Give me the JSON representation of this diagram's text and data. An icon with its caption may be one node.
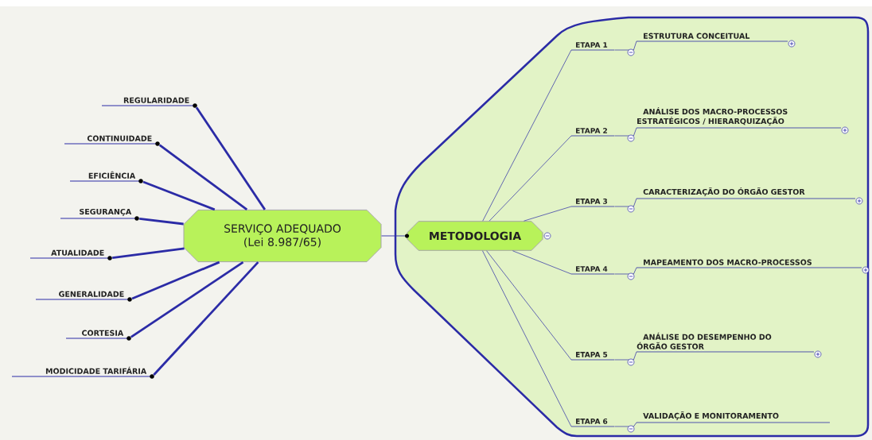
{
  "diagram": {
    "nodes": [
      {
        "text": [
          "SERVIÇO ADEQUADO (Lei 8.987/65)"
        ]
      },
      {
        "text": [
          "REGULARIDADE"
        ]
      },
      {
        "text": [
          "CONTINUIDADE"
        ]
      },
      {
        "text": [
          "EFICIÊNCIA"
        ]
      },
      {
        "text": [
          "SEGURANÇA"
        ]
      },
      {
        "text": [
          "ATUALIDADE"
        ]
      },
      {
        "text": [
          "GENERALIDADE"
        ]
      },
      {
        "text": [
          "CORTESIA"
        ]
      },
      {
        "text": [
          "MODICIDADE TARIFÁRIA"
        ]
      },
      {
        "text": [
          "METODOLOGIA"
        ]
      },
      {
        "text": [
          "ETAPA 1"
        ]
      },
      {
        "text": [
          "ETAPA 2"
        ]
      },
      {
        "text": [
          "ETAPA 3"
        ]
      },
      {
        "text": [
          "ETAPA 4"
        ]
      },
      {
        "text": [
          "ETAPA 5"
        ]
      },
      {
        "text": [
          "ETAPA 6"
        ]
      },
      {
        "text": [
          "ESTRUTURA CONCEITUAL"
        ]
      },
      {
        "text": [
          "ANÁLISE DOS MACRO-PROCESSOS ESTRATÉGICOS / HIERARQUIZAÇÃO"
        ]
      },
      {
        "text": [
          "CARACTERIZAÇÃO DO ÓRGÃO GESTOR"
        ]
      },
      {
        "text": [
          "MAPEAMENTO DOS MACRO-PROCESSOS"
        ]
      },
      {
        "text": [
          "ANÁLISE DO DESEMPENHO DO ÓRGÃO GESTOR"
        ]
      },
      {
        "text": [
          "VALIDAÇÃO E MONITORAMENTO"
        ]
      }
    ],
    "edges": [
      {
        "from": 0,
        "to": 1,
        "arrow": "none",
        "style": "thick"
      },
      {
        "from": 0,
        "to": 2,
        "arrow": "none",
        "style": "thick"
      },
      {
        "from": 0,
        "to": 3,
        "arrow": "none",
        "style": "thick"
      },
      {
        "from": 0,
        "to": 4,
        "arrow": "none",
        "style": "thick"
      },
      {
        "from": 0,
        "to": 5,
        "arrow": "none",
        "style": "thick"
      },
      {
        "from": 0,
        "to": 6,
        "arrow": "none",
        "style": "thick"
      },
      {
        "from": 0,
        "to": 7,
        "arrow": "none",
        "style": "thick"
      },
      {
        "from": 0,
        "to": 8,
        "arrow": "none",
        "style": "thick"
      },
      {
        "from": 0,
        "to": 9,
        "arrow": "none"
      },
      {
        "from": 9,
        "to": 10,
        "arrow": "none"
      },
      {
        "from": 9,
        "to": 11,
        "arrow": "none"
      },
      {
        "from": 9,
        "to": 12,
        "arrow": "none"
      },
      {
        "from": 9,
        "to": 13,
        "arrow": "none"
      },
      {
        "from": 9,
        "to": 14,
        "arrow": "none"
      },
      {
        "from": 9,
        "to": 15,
        "arrow": "none"
      },
      {
        "from": 10,
        "to": 16,
        "arrow": "none"
      },
      {
        "from": 11,
        "to": 17,
        "arrow": "none"
      },
      {
        "from": 12,
        "to": 18,
        "arrow": "none"
      },
      {
        "from": 13,
        "to": 19,
        "arrow": "none"
      },
      {
        "from": 14,
        "to": 20,
        "arrow": "none"
      },
      {
        "from": 15,
        "to": 21,
        "arrow": "none"
      }
    ]
  }
}
